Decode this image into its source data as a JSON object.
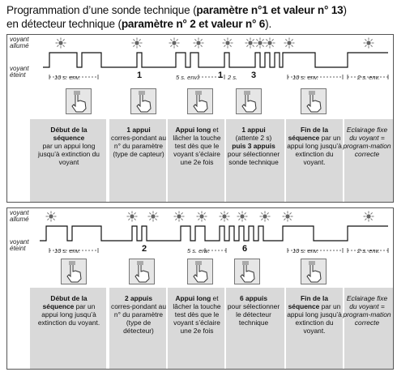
{
  "title_line1_pre": "Programmation d’une sonde technique (",
  "title_line1_bold": "paramètre n°1 et valeur n° 13",
  "title_line1_post": ")",
  "title_line2_pre": "en détecteur technique (",
  "title_line2_bold": "paramètre n° 2 et valeur n° 6",
  "title_line2_post": ").",
  "state_on": [
    "voyant",
    "allumé"
  ],
  "state_off": [
    "voyant",
    "éteint"
  ],
  "panel1": {
    "time_labels": [
      "10 s. env.",
      "5 s. env.",
      "2 s.",
      "10 s. env.",
      "2 s. env."
    ],
    "counts": [
      "1",
      "1",
      "3"
    ],
    "columns": [
      {
        "bold_top": "Début de la séquence",
        "text": "par un appui long jusqu’à extinction du voyant"
      },
      {
        "bold_top": "1 appui",
        "text": "corres-pondant au n° du paramètre (type de capteur)"
      },
      {
        "bold_top": "Appui long",
        "text": "et lâcher la touche test dès que le voyant s’éclaire une 2e fois"
      },
      {
        "bold_top": "1 appui",
        "text": "(attente 2 s)",
        "bold_mid": "puis 3 appuis",
        "text2": "pour sélectionner sonde technique"
      },
      {
        "bold_top": "Fin de la séquence",
        "text": "par un appui long jusqu’à extinction du voyant."
      },
      {
        "text_italic": "Eclairage fixe du voyant = program-mation correcte"
      }
    ]
  },
  "panel2": {
    "time_labels": [
      "10 s. env.",
      "5 s. env.",
      "10 s. env.",
      "2 s. env."
    ],
    "counts": [
      "2",
      "6"
    ],
    "columns": [
      {
        "bold_top": "Début de la séquence",
        "text": "par un appui long jusqu’à extinction du voyant."
      },
      {
        "bold_top": "2 appuis",
        "text": "corres-pondant au n° du paramètre (type de détecteur)"
      },
      {
        "bold_top": "Appui long",
        "text": "et lâcher la touche test dès que le voyant s’éclaire une 2e fois"
      },
      {
        "bold_top": "6 appuis",
        "text": "pour sélectionner le détecteur technique"
      },
      {
        "bold_top": "Fin de la séquence",
        "text": "par un appui long jusqu’à extinction du voyant."
      },
      {
        "text_italic": "Eclairage fixe du voyant = program-mation correcte"
      }
    ]
  },
  "colors": {
    "column_bg": "#d9d9d9",
    "line": "#111111",
    "star": "#777777"
  }
}
